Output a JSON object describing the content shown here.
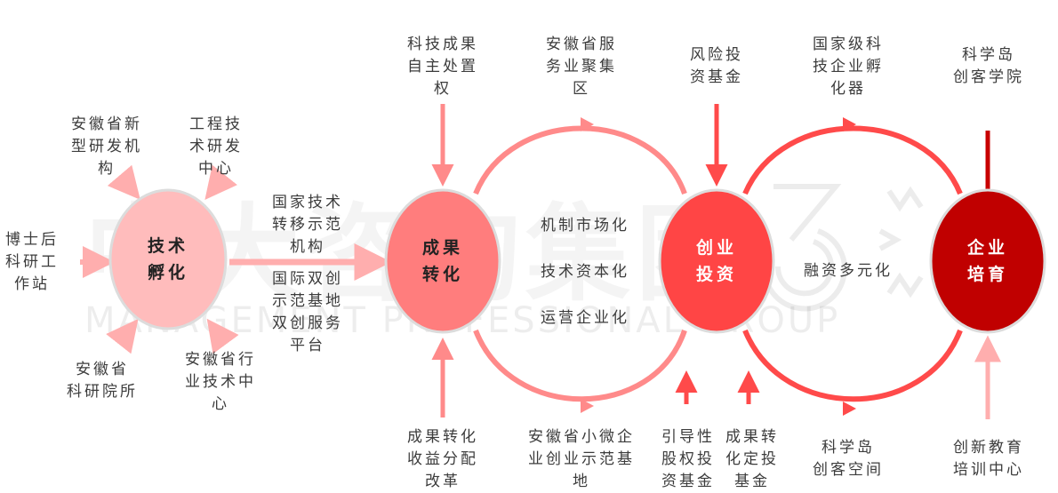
{
  "watermark": {
    "chinese": "中大咨询集团",
    "english": "MANAGEMENT PROFESSIONAL GROUP"
  },
  "colors": {
    "node1": "#ffbcbc",
    "node2": "#ff7d7d",
    "node3": "#ff4545",
    "node4": "#c00000",
    "arrow_light": "#ffaeae",
    "arc_mid": "#ff8a8a",
    "arc_strong": "#ff4a4a",
    "arrow_dark": "#c80000"
  },
  "nodes": [
    {
      "id": "tech-incubation",
      "label": "技术\n孵化",
      "text_color": "#222222"
    },
    {
      "id": "achievement-transfer",
      "label": "成果\n转化",
      "text_color": "#222222"
    },
    {
      "id": "venture-investment",
      "label": "创业\n投资",
      "text_color": "#ffffff"
    },
    {
      "id": "enterprise-cultivation",
      "label": "企业\n培育",
      "text_color": "#ffffff"
    }
  ],
  "node1_inputs": {
    "top_left": "安徽省新\n型研发机\n构",
    "top_right": "工程技\n术研发\n中心",
    "left": "博士后\n科研工\n作站",
    "bottom_left": "安徽省\n科研院所",
    "bottom_right": "安徽省行\n业技术中\n心"
  },
  "link_1_2": {
    "above": "国家技术\n转移示范\n机构",
    "below": "国际双创\n示范基地\n双创服务\n平台"
  },
  "node2_inputs": {
    "top": "科技成果\n自主处置\n权",
    "bottom": "成果转化\n收益分配\n改革"
  },
  "loop_2_3": {
    "top": "安徽省服\n务业聚集\n区",
    "bottom": "安徽省小微企\n业创业示范基\n地",
    "middle": [
      "机制市场化",
      "技术资本化",
      "运营企业化"
    ]
  },
  "node3_inputs": {
    "top": "风险投\n资基金",
    "bottom_left": "引导性\n股权投\n资基金",
    "bottom_right": "成果转\n化定投\n基金"
  },
  "loop_3_4": {
    "top": "国家级科\n技企业孵\n化器",
    "bottom": "科学岛\n创客空间",
    "middle": "融资多元化"
  },
  "node4_inputs": {
    "top": "科学岛\n创客学院",
    "bottom": "创新教育\n培训中心"
  }
}
